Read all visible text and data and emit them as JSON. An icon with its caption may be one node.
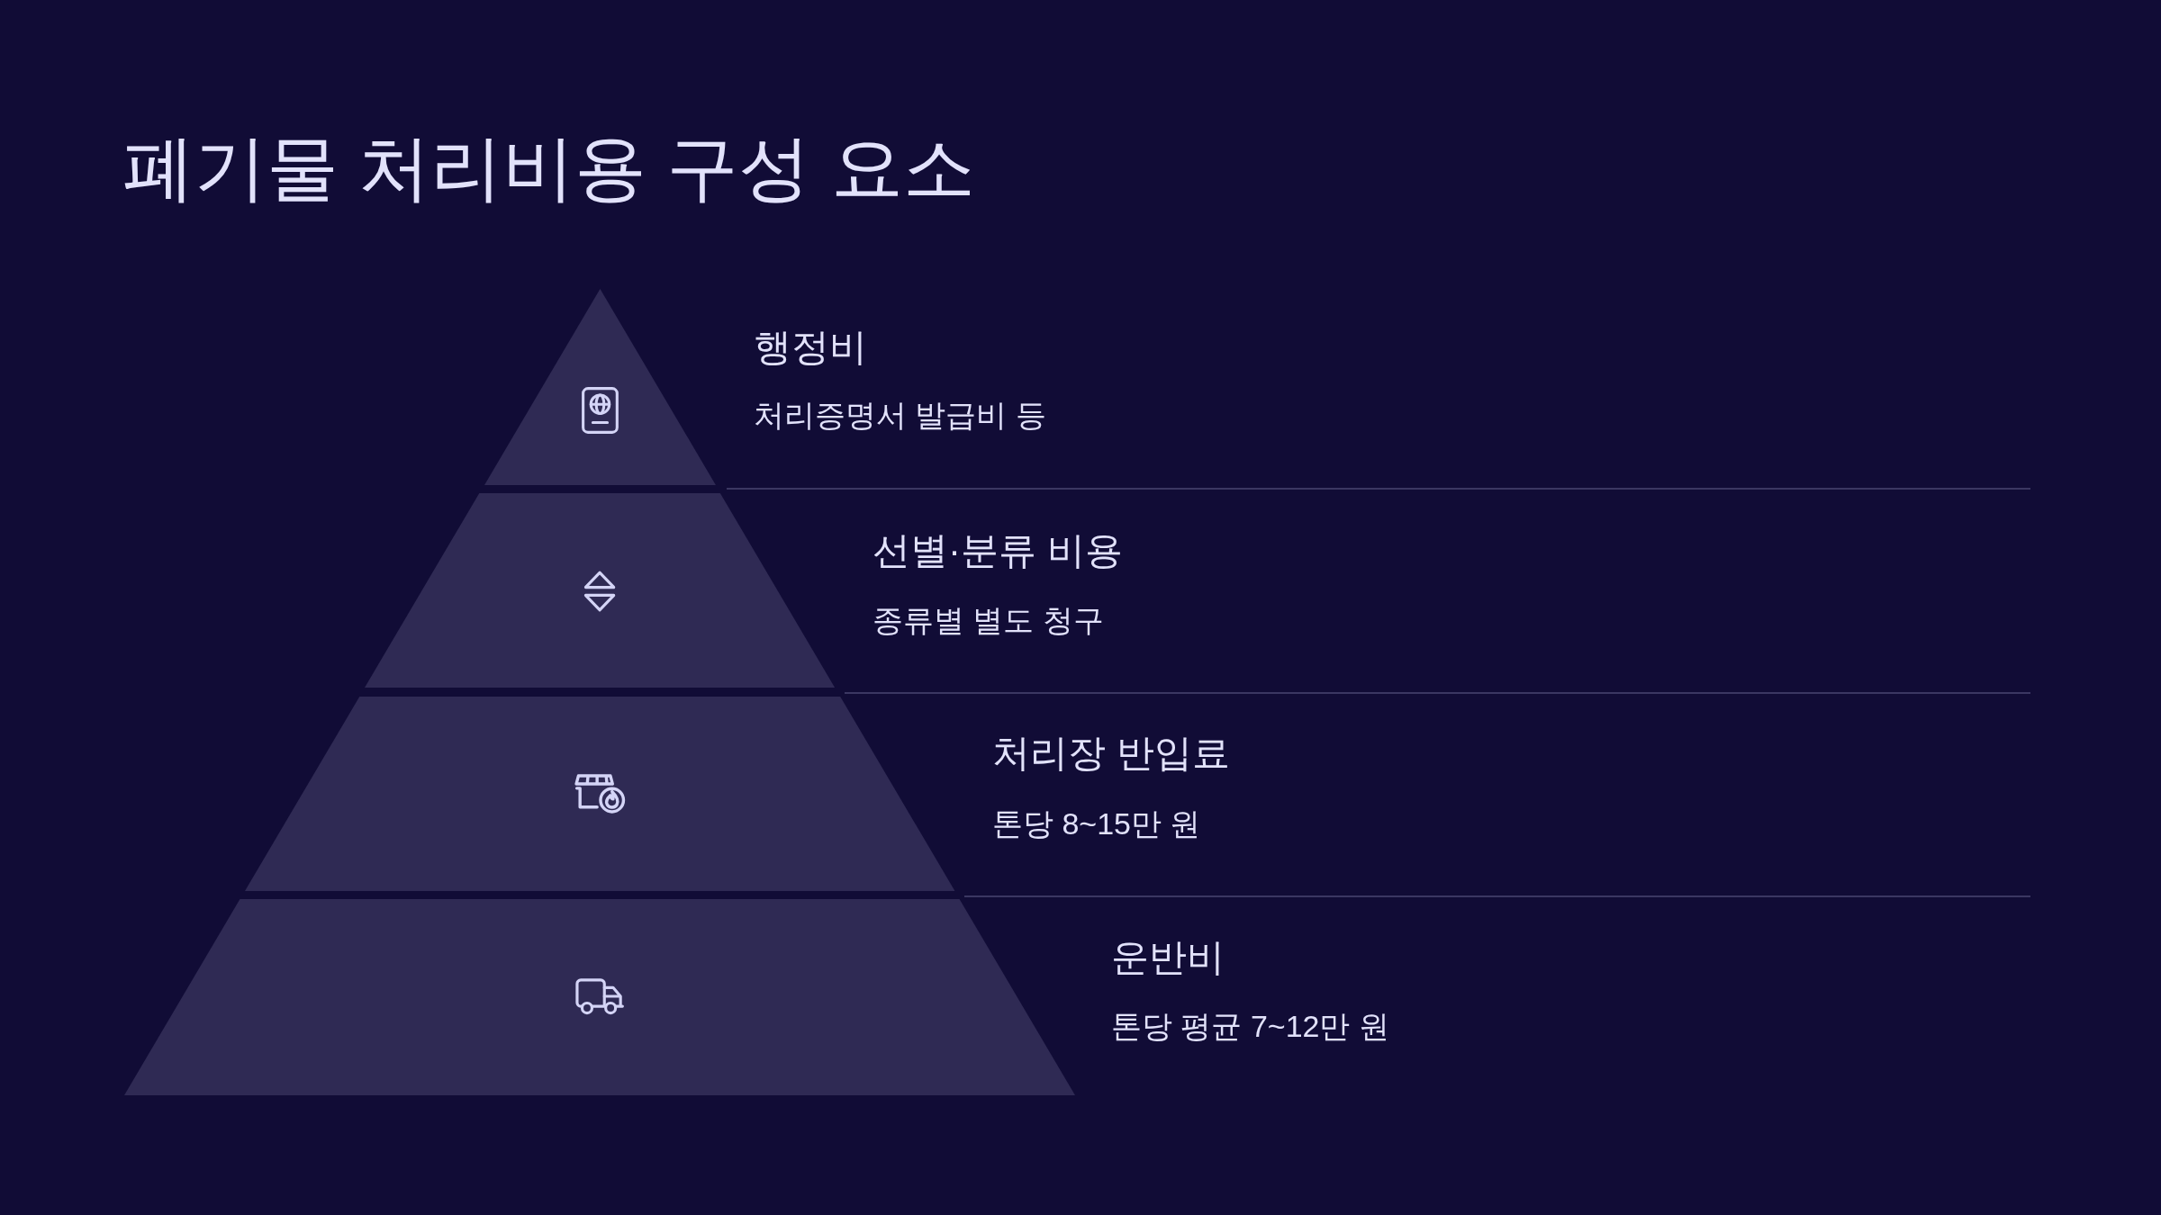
{
  "diagram": {
    "title": "폐기물 처리비용 구성 요소",
    "nodes": [
      {
        "text": [],
        "shape": "triangle",
        "beside": [
          "행정비",
          "처리증명서 발급비 등"
        ]
      },
      {
        "text": [],
        "shape": "trapezoid",
        "beside": [
          "선별·분류 비용",
          "종류별 별도 청구"
        ]
      },
      {
        "text": [],
        "shape": "trapezoid",
        "beside": [
          "처리장 반입료",
          "톤당 8~15만 원"
        ]
      },
      {
        "text": [],
        "shape": "trapezoid",
        "beside": [
          "운반비",
          "톤당 평균 7~12만 원"
        ]
      }
    ]
  }
}
